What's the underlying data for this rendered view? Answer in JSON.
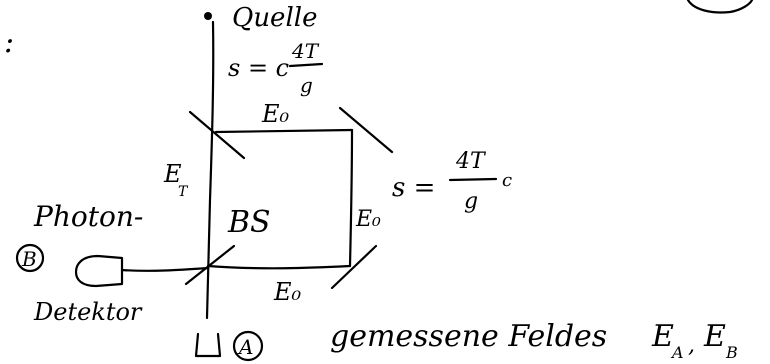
{
  "labels": {
    "source": "Quelle",
    "path_length_top_prefix": "s = c",
    "path_length_top_num": "4T",
    "path_length_top_den": "g",
    "field_top": "E₀",
    "field_left": "E",
    "field_left_sub": "T",
    "field_right": "E₀",
    "field_bottom": "E₀",
    "path_length_right_prefix": "s =",
    "path_length_right_num": "4T",
    "path_length_right_den": "g",
    "path_length_right_suffix": "c",
    "beam_splitter": "BS",
    "detector_word_1": "Photon-",
    "detector_word_2": "Detektor",
    "detector_b": "B",
    "detector_a": "A",
    "measured_fields": "gemessene Feldes",
    "measured_fields_terms": "E",
    "measured_fields_sub_a": "A",
    "measured_fields_separator": ",",
    "measured_fields_sub_b": "B",
    "left_margin_mark": ":"
  }
}
